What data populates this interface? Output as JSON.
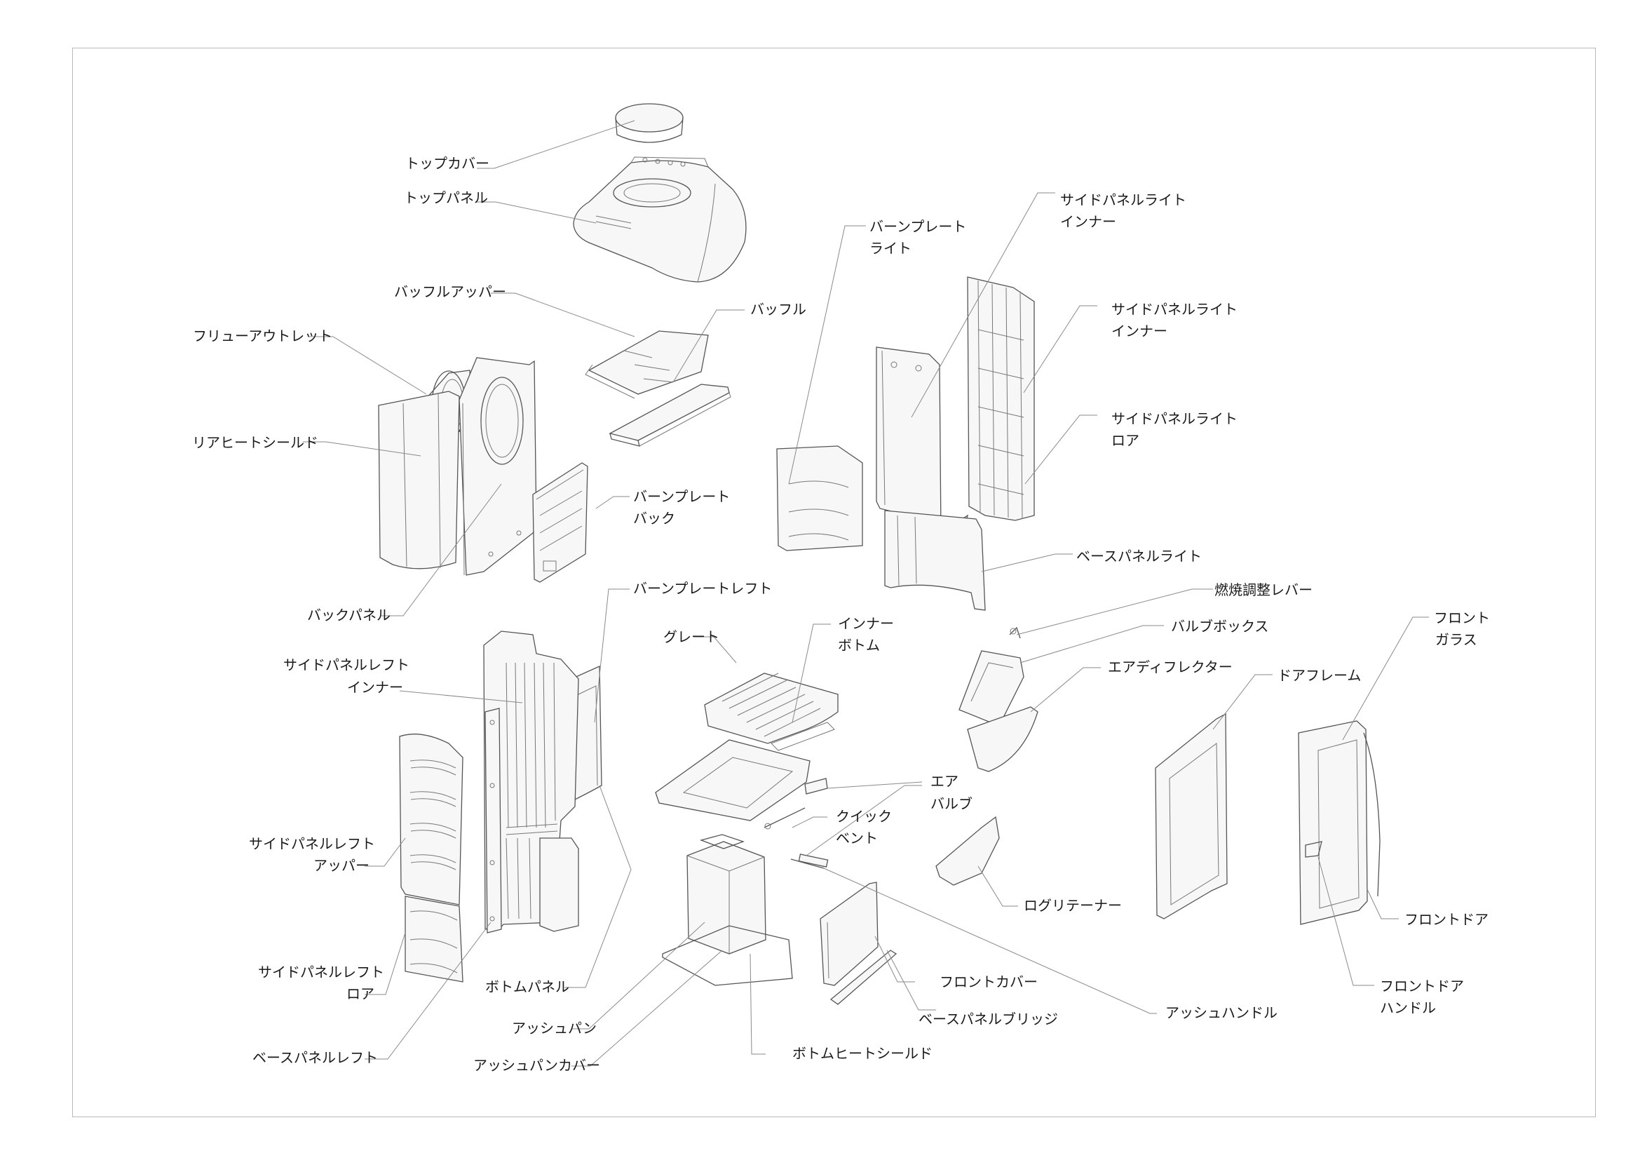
{
  "labels": {
    "top_cover": "トップカバー",
    "top_panel": "トップパネル",
    "baffle_upper": "バッフルアッパー",
    "baffle": "バッフル",
    "flue_outlet": "フリューアウトレット",
    "rear_heat_shield": "リアヒートシールド",
    "burn_plate_back_1": "バーンプレート",
    "burn_plate_back_2": "バック",
    "back_panel": "バックパネル",
    "burn_plate_left": "バーンプレートレフト",
    "side_panel_left_inner_1": "サイドパネルレフト",
    "side_panel_left_inner_2": "インナー",
    "side_panel_left_upper_1": "サイドパネルレフト",
    "side_panel_left_upper_2": "アッパー",
    "side_panel_left_lower_1": "サイドパネルレフト",
    "side_panel_left_lower_2": "ロア",
    "base_panel_left": "ベースパネルレフト",
    "bottom_panel": "ボトムパネル",
    "ash_pan": "アッシュパン",
    "ash_pan_cover": "アッシュパンカバー",
    "bottom_heat_shield": "ボトムヒートシールド",
    "grate": "グレート",
    "inner_bottom_1": "インナー",
    "inner_bottom_2": "ボトム",
    "air_valve_1": "エア",
    "air_valve_2": "バルブ",
    "quick_vent_1": "クイック",
    "quick_vent_2": "ベント",
    "front_cover": "フロントカバー",
    "base_panel_bridge": "ベースパネルブリッジ",
    "ash_handle": "アッシュハンドル",
    "log_retainer": "ログリテーナー",
    "burn_plate_right_1": "バーンプレート",
    "burn_plate_right_2": "ライト",
    "side_panel_right_inner_a_1": "サイドパネルライト",
    "side_panel_right_inner_a_2": "インナー",
    "side_panel_right_inner_b_1": "サイドパネルライト",
    "side_panel_right_inner_b_2": "インナー",
    "side_panel_right_lower_1": "サイドパネルライト",
    "side_panel_right_lower_2": "ロア",
    "base_panel_right": "ベースパネルライト",
    "combustion_lever": "燃焼調整レバー",
    "valve_box": "バルブボックス",
    "air_deflector": "エアディフレクター",
    "door_frame": "ドアフレーム",
    "front_glass_1": "フロント",
    "front_glass_2": "ガラス",
    "front_door": "フロントドア",
    "front_door_handle_1": "フロントドア",
    "front_door_handle_2": "ハンドル"
  }
}
